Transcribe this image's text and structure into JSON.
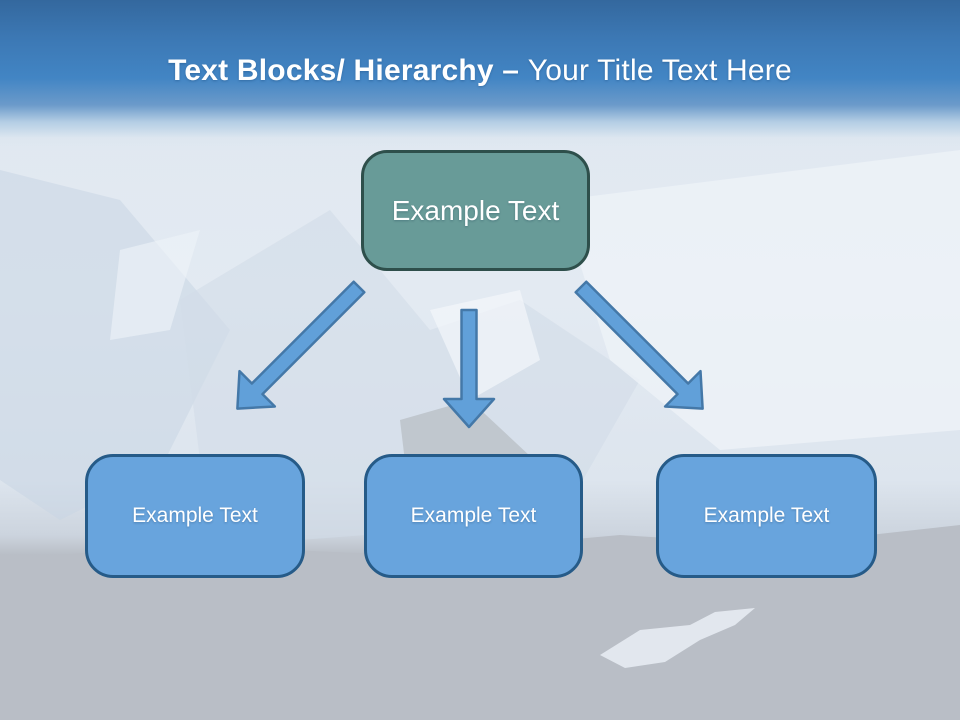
{
  "slide": {
    "title": {
      "bold": "Text Blocks/ Hierarchy",
      "dash": " – ",
      "rest": "Your Title Text Here"
    }
  },
  "diagram": {
    "root": {
      "label": "Example Text"
    },
    "children": [
      {
        "label": "Example Text"
      },
      {
        "label": "Example Text"
      },
      {
        "label": "Example Text"
      }
    ]
  },
  "colors": {
    "header_top": "#34689e",
    "header_mid": "#4285c4",
    "root_fill": "#689b98",
    "root_border": "#2e4f4b",
    "child_fill": "#68a4dd",
    "child_border": "#265b88",
    "arrow_fill": "#61a0d9",
    "arrow_stroke": "#4478a8",
    "foreground_gray": "#b9bec6",
    "text": "#ffffff"
  }
}
